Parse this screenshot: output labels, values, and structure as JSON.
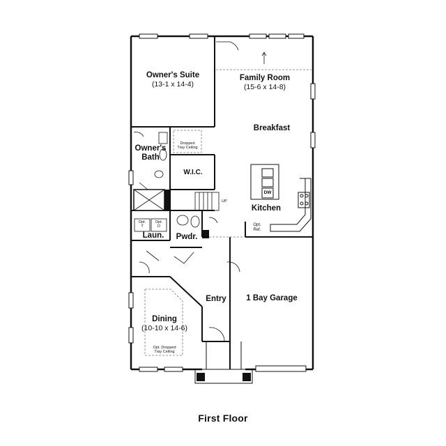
{
  "floor_title": "First Floor",
  "rooms": {
    "owners_suite": {
      "name": "Owner's Suite",
      "dim": "(13-1 x 14-4)"
    },
    "family_room": {
      "name": "Family Room",
      "dim": "(15-6 x 14-8)"
    },
    "breakfast": {
      "name": "Breakfast"
    },
    "owners_bath": {
      "name1": "Owner's",
      "name2": "Bath"
    },
    "wic": {
      "name": "W.I.C."
    },
    "kitchen": {
      "name": "Kitchen"
    },
    "laundry": {
      "name": "Laun."
    },
    "powder": {
      "name": "Pwdr."
    },
    "entry": {
      "name": "Entry"
    },
    "garage": {
      "name": "1 Bay Garage"
    },
    "dining": {
      "name": "Dining",
      "dim": "(10-10 x 14-6)"
    }
  },
  "notes": {
    "dropped_tray_1": "Dropped",
    "dropped_tray_2": "Tray Ceiling",
    "opt_dropped_1": "Opt. Dropped",
    "opt_dropped_2": "Tray Ceiling",
    "opt_ref_1": "Opt.",
    "opt_ref_2": "Ref.",
    "dw": "DW",
    "up": "UP",
    "opt_tl": "Opt.",
    "opt_tr": "Opt.",
    "opt_tl2": "T",
    "opt_tr2": "D"
  }
}
